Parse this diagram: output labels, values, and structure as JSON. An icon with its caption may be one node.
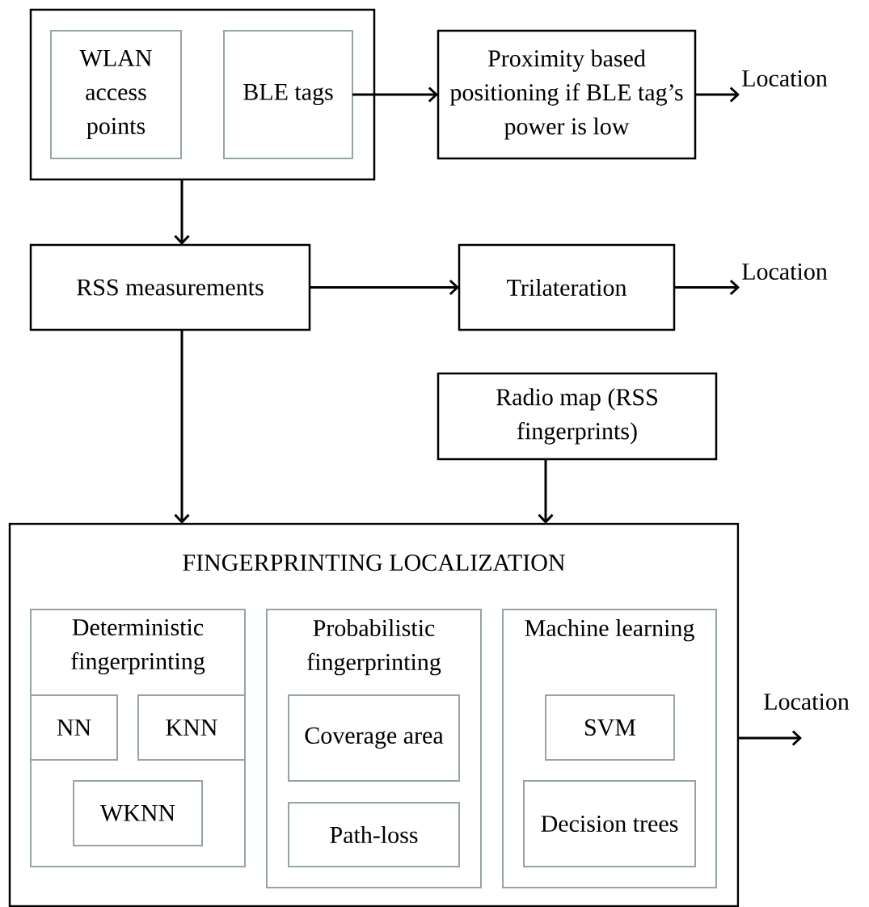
{
  "diagram": {
    "nodes": [
      {
        "text": [],
        "shape": "box"
      },
      {
        "text": [
          "WLAN access points"
        ],
        "in": 0
      },
      {
        "text": [
          "BLE tags"
        ],
        "in": 0
      },
      {
        "text": [
          "Proximity based positioning if BLE tag’s power is low"
        ]
      },
      {
        "text": [
          "Location"
        ]
      },
      {
        "text": [
          "RSS measurements"
        ]
      },
      {
        "text": [
          "Trilateration"
        ]
      },
      {
        "text": [
          "Location"
        ]
      },
      {
        "text": [
          "Radio map (RSS fingerprints)"
        ]
      },
      {
        "text": [
          "FINGERPRINTING LOCALIZATION"
        ]
      },
      {
        "text": [
          "Deterministic fingerprinting"
        ],
        "in": 9
      },
      {
        "text": [
          "NN"
        ],
        "in": 10
      },
      {
        "text": [
          "KNN"
        ],
        "in": 10
      },
      {
        "text": [
          "WKNN"
        ],
        "in": 10
      },
      {
        "text": [
          "Probabilistic fingerprinting"
        ],
        "in": 9
      },
      {
        "text": [
          "Coverage area"
        ],
        "in": 14
      },
      {
        "text": [
          "Path-loss"
        ],
        "in": 14
      },
      {
        "text": [
          "Machine learning"
        ],
        "in": 9
      },
      {
        "text": [
          "SVM"
        ],
        "in": 17
      },
      {
        "text": [
          "Decision trees"
        ],
        "in": 17
      },
      {
        "text": [
          "Location"
        ]
      }
    ],
    "edges": [
      {
        "from": 2,
        "to": 3,
        "arrow": "to"
      },
      {
        "from": 3,
        "to": 4,
        "arrow": "to"
      },
      {
        "from": 0,
        "to": 5,
        "arrow": "to"
      },
      {
        "from": 5,
        "to": 6,
        "arrow": "to"
      },
      {
        "from": 6,
        "to": 7,
        "arrow": "to"
      },
      {
        "from": 5,
        "to": 9,
        "arrow": "to"
      },
      {
        "from": 8,
        "to": 9,
        "arrow": "to"
      },
      {
        "from": 9,
        "to": 20,
        "arrow": "to"
      }
    ]
  }
}
